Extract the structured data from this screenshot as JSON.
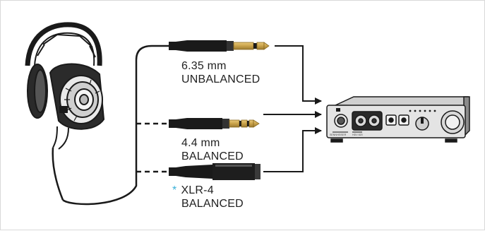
{
  "connectors": [
    {
      "size": "6.35 mm",
      "type": "UNBALANCED"
    },
    {
      "size": "4.4 mm",
      "type": "BALANCED"
    },
    {
      "size": "XLR-4",
      "type": "BALANCED",
      "marker": "*"
    }
  ],
  "amplifier": {
    "brand": "SENNHEISER",
    "model": "HDV 820"
  },
  "colors": {
    "cable": "#1a1a1a",
    "gold": "#c9a24a",
    "accent": "#3bb1d8",
    "border": "#d9d9d9"
  }
}
